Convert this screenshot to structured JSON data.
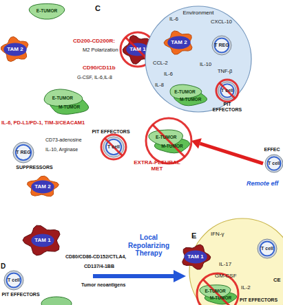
{
  "diagram": {
    "nodes": [
      {
        "text": [
          "E-TUMOR"
        ]
      },
      {
        "text": [
          "TAM 2"
        ]
      },
      {
        "text": [
          "TAM 1"
        ]
      },
      {
        "text": [
          "E-TUMOR",
          "M-TUMOR"
        ]
      },
      {
        "text": [
          "T REG",
          "SUPPRESSORS"
        ]
      },
      {
        "text": [
          "T cell",
          "PIT EFFECTORS"
        ]
      },
      {
        "text": [
          "TAM 2"
        ]
      },
      {
        "text": [
          "C",
          "Environment"
        ]
      },
      {
        "text": [
          "TAM 2"
        ],
        "in": 7
      },
      {
        "text": [
          "T REG"
        ],
        "in": 7
      },
      {
        "text": [
          "E-TUMOR",
          "M-TUMOR"
        ],
        "in": 7
      },
      {
        "text": [
          "T cell",
          "PIT EFFECTORS"
        ],
        "in": 7
      },
      {
        "text": [
          "E-TUMOR",
          "M-TUMOR"
        ]
      },
      {
        "text": [
          "T cell",
          "EFFEC"
        ]
      },
      {
        "text": [
          "TAM 1"
        ]
      },
      {
        "text": [
          "T cell",
          "PIT EFFECTORS"
        ]
      },
      {
        "text": [
          "E"
        ]
      },
      {
        "text": [
          "TAM 1"
        ],
        "in": 16
      },
      {
        "text": [
          "E-TUMOR",
          "M-TUMOR"
        ],
        "in": 16
      },
      {
        "text": [
          "T cell"
        ],
        "in": 16
      }
    ],
    "edges": [
      {
        "from": 13,
        "to": 12,
        "arrow": "to"
      }
    ],
    "labels": [
      "CD200-CD200R:",
      "M2 Polarization",
      "CD90/CD11b",
      "G-CSF, IL-6,IL-8",
      "IL-6, PD-L1/PD-1, TIM-3/CEACAM1",
      "CD73-adenosine",
      "IL-10, Arginase",
      "IL-6",
      "CXCL-10",
      "IL-10",
      "CCL-2",
      "IL-6",
      "TNF-β",
      "IL-8",
      "EXTRA-PLEURAL MET",
      "Remote eff",
      "CD80/CD86-CD152/CTLA4,",
      "CD137/4-1BB",
      "Tumor neoantigens",
      "Local Repolarizing Therapy",
      "IFN-γ",
      "IL-17",
      "GM-CSF",
      "IL-2",
      "PIT EFFECTORS",
      "CE",
      "D"
    ]
  }
}
